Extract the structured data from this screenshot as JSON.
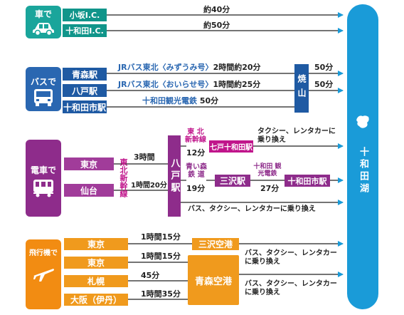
{
  "colors": {
    "car": "#1aa59b",
    "car_box": "#10958a",
    "bus": "#2a67b1",
    "bus_box": "#1f5aa3",
    "train": "#8e2c8b",
    "train_box": "#a13c9a",
    "train_station": "#8e2c8b",
    "shinkansen": "#c0158b",
    "plane": "#f28c12",
    "plane_box": "#f09a1d",
    "lake": "#1a9bd8",
    "line": "#222222"
  },
  "icons": [
    "car-icon",
    "bus-icon",
    "train-icon",
    "airplane-icon",
    "lake-icon"
  ],
  "car": {
    "label": "車で",
    "routes": [
      {
        "from": "小坂I.C.",
        "time": "約40分"
      },
      {
        "from": "十和田I.C.",
        "time": "約50分"
      }
    ]
  },
  "bus": {
    "label": "バスで",
    "stations": [
      "青森駅",
      "八戸駅",
      "十和田市駅"
    ],
    "services": [
      {
        "name": "JRバス東北〈みずうみ号〉",
        "time": "2時間約20分"
      },
      {
        "name": "JRバス東北〈おいらせ号〉",
        "time": "1時間約25分"
      },
      {
        "name": "十和田観光電鉄",
        "time": "50分"
      }
    ],
    "transfer": "焼山",
    "after": [
      "50分",
      "50分"
    ]
  },
  "train": {
    "label": "電車で",
    "origins": [
      "東京",
      "仙台"
    ],
    "line_vertical": "東北新幹線",
    "times": [
      "3時間",
      "1時間20分"
    ],
    "hub": "八戸駅",
    "branch1": {
      "line": "東 北 新幹線",
      "time": "12分",
      "station": "七戸十和田駅",
      "next": "タクシー、レンタカーに乗り換え"
    },
    "branch2": {
      "line": "青い森 鉄 道",
      "time": "19分",
      "station": "三沢駅",
      "line2": "十和田 観光電鉄",
      "time2": "27分",
      "station2": "十和田市駅"
    },
    "bottom": "バス、タクシー、レンタカーに乗り換え"
  },
  "plane": {
    "label": "飛行機で",
    "origins": [
      "東京",
      "東京",
      "札幌",
      "大阪（伊丹）"
    ],
    "times": [
      "1時間15分",
      "1時間15分",
      "45分",
      "1時間35分"
    ],
    "airports": [
      "三沢空港",
      "青森空港"
    ],
    "next": [
      "バス、タクシー、レンタカーに乗り換え",
      "バス、タクシー、レンタカーに乗り換え"
    ]
  },
  "lake": {
    "name": "十和田湖"
  }
}
